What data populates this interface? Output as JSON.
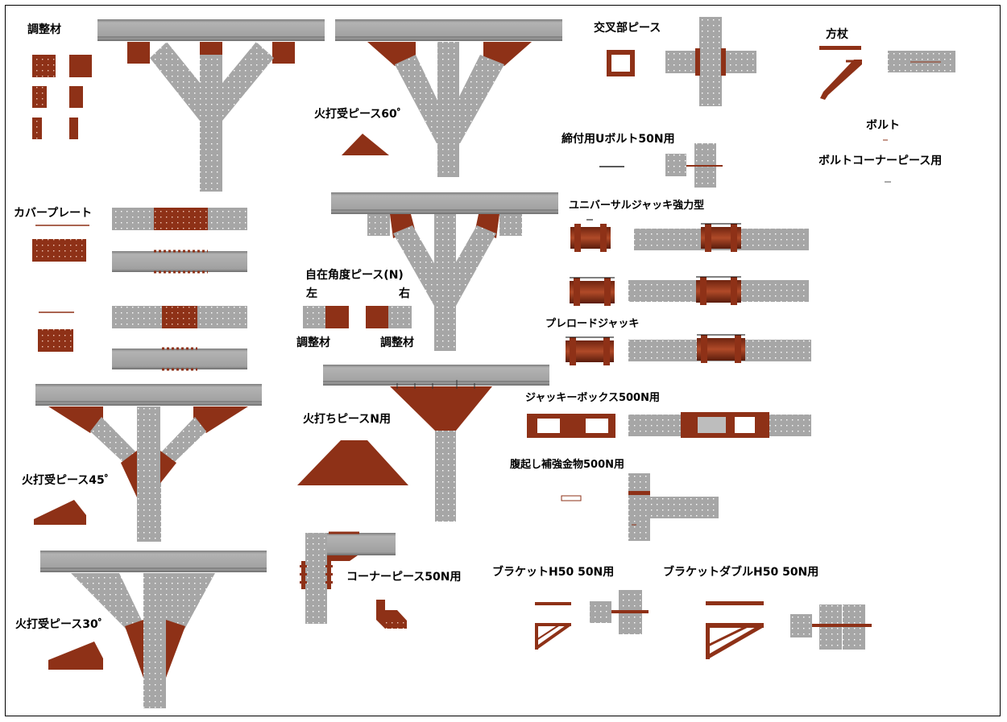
{
  "colors": {
    "steel": "#a6a6a6",
    "steel_dark": "#8c8c8c",
    "rust": "#8e3117",
    "rust_dark": "#5e1f0e",
    "frame": "#000000",
    "background": "#ffffff"
  },
  "labels": {
    "adjust_material": "調整材",
    "cover_plate": "カバープレート",
    "hiuke_45": "火打受ピース45゜",
    "hiuke_30": "火打受ピース30゜",
    "hiuke_60": "火打受ピース60゜",
    "free_angle": "自在角度ピース(N)",
    "left": "左",
    "right": "右",
    "adjust_left": "調整材",
    "adjust_right": "調整材",
    "hiuchi_n": "火打ちピースN用",
    "corner_piece": "コーナーピース50N用",
    "cross_piece": "交叉部ピース",
    "hojo": "方杖",
    "bolt": "ボルト",
    "u_bolt": "締付用Uボルト50N用",
    "bolt_corner": "ボルトコーナーピース用",
    "universal_jack": "ユニバーサルジャッキ強力型",
    "preload_jack": "プレロードジャッキ",
    "jack_box": "ジャッキーボックス500N用",
    "belly_reinforce": "腹起し補強金物500N用",
    "bracket_h50": "ブラケットH50 50N用",
    "bracket_double": "ブラケットダブルH50 50N用"
  }
}
